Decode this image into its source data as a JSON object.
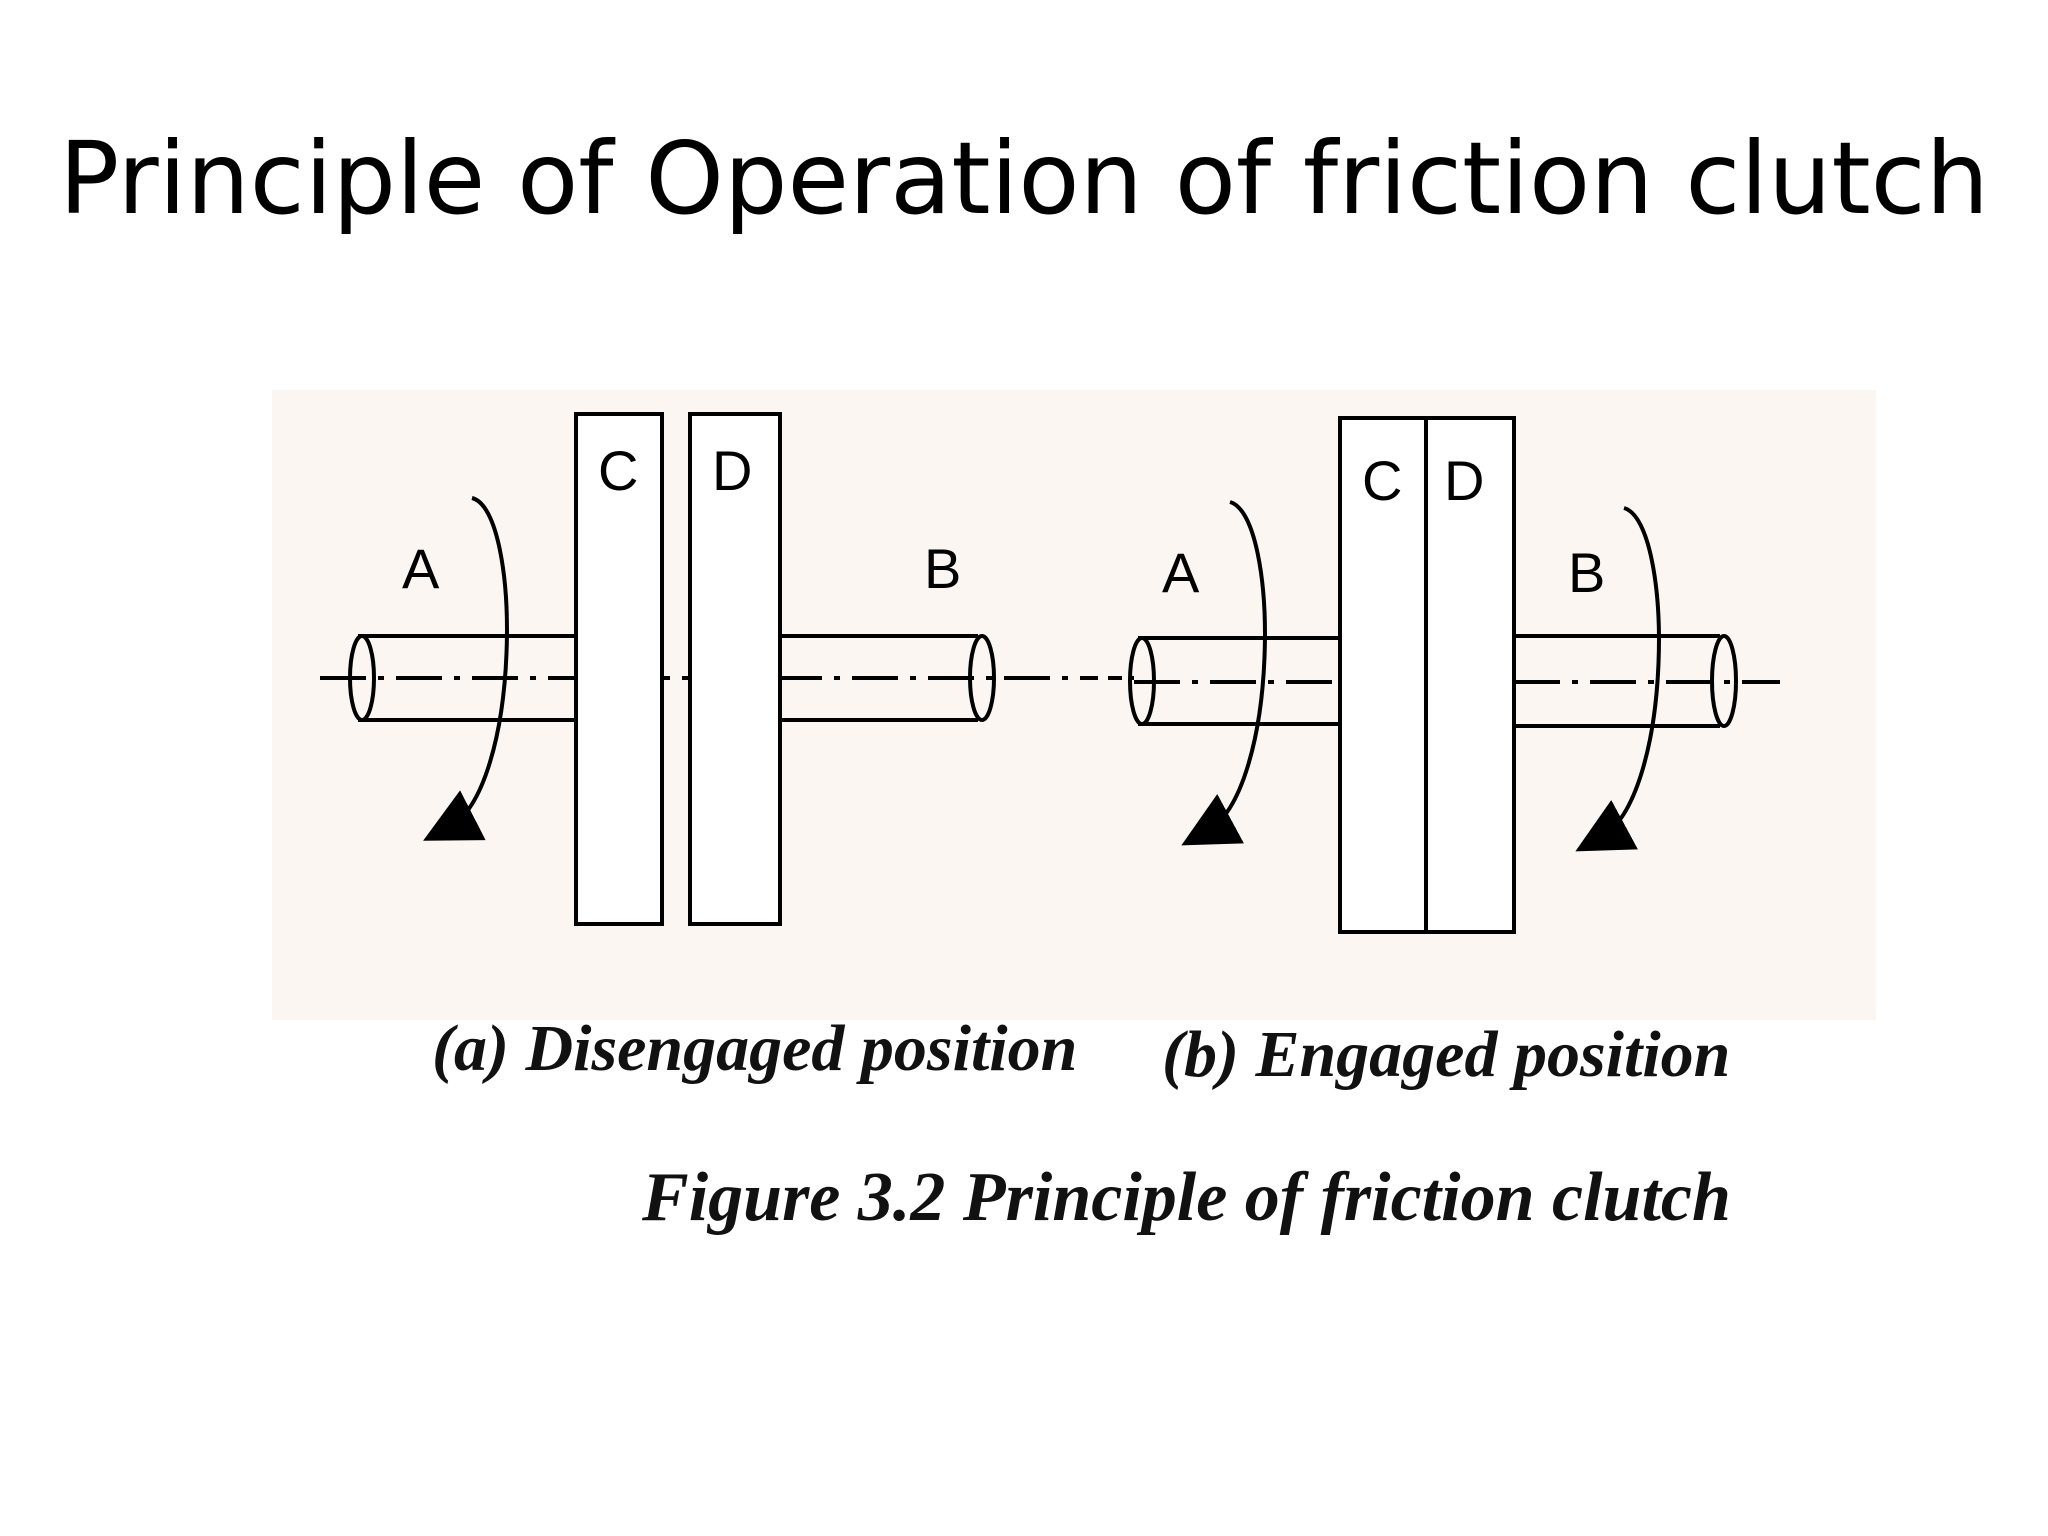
{
  "slide": {
    "title": "Principle of Operation of friction clutch"
  },
  "figure": {
    "disengaged": {
      "shaft_a_label": "A",
      "shaft_b_label": "B",
      "plate_c_label": "C",
      "plate_d_label": "D",
      "caption": "(a) Disengaged position"
    },
    "engaged": {
      "shaft_a_label": "A",
      "shaft_b_label": "B",
      "plate_c_label": "C",
      "plate_d_label": "D",
      "caption": "(b) Engaged position"
    },
    "caption": "Figure 3.2 Principle of friction clutch"
  },
  "colors": {
    "background": "#ffffff",
    "ink": "#000000",
    "watermark": "#f7efe9"
  }
}
